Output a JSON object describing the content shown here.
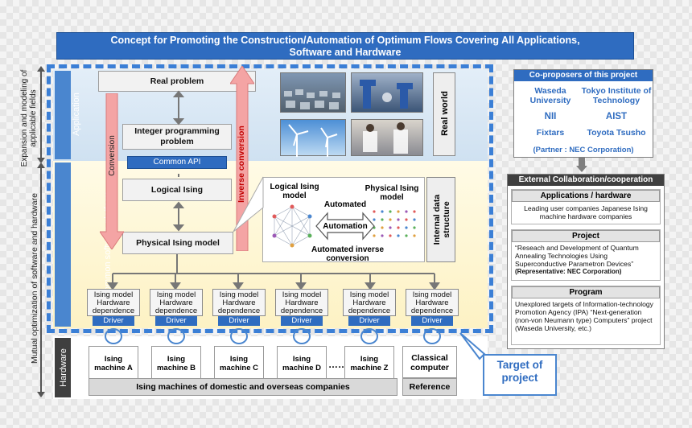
{
  "title": {
    "line1": "Concept for Promoting the Construction/Automation of Optimum Flows Covering All Applications,",
    "line2": "Software and Hardware"
  },
  "side_labels": {
    "expansion": "Expansion and modeling of applicable fields",
    "mutual": "Mutual optimization of software and hardware"
  },
  "tabs": {
    "application": "Application",
    "common": "Common software platform",
    "hardware": "Hardware"
  },
  "flow": {
    "real_problem": "Real problem",
    "integer_problem": "Integer programming problem",
    "common_api": "Common API",
    "logical_ising": "Logical Ising",
    "physical_ising": "Physical Ising model",
    "conversion": "Conversion",
    "inverse_conversion": "Inverse conversion"
  },
  "real_world": "Real world",
  "callout": {
    "logical_model": "Logical Ising model",
    "physical_model": "Physical Ising model",
    "automated": "Automated",
    "automation": "Automation",
    "automated_inverse": "Automated inverse conversion"
  },
  "internal_data": "Internal data structure",
  "dependence": {
    "label": "Ising model Hardware dependence",
    "driver": "Driver"
  },
  "machines": [
    {
      "name": "Ising machine A"
    },
    {
      "name": "Ising machine B"
    },
    {
      "name": "Ising machine C"
    },
    {
      "name": "Ising machine D"
    },
    {
      "name": "Ising machine Z"
    }
  ],
  "ellipsis": "……",
  "classical": "Classical computer",
  "ising_bar": "Ising machines of domestic and overseas companies",
  "reference": "Reference",
  "target": "Target of project",
  "proposers": {
    "header": "Co-proposers of this project",
    "waseda": "Waseda University",
    "tokyo": "Tokyo Institute of Technology",
    "nii": "NII",
    "aist": "AIST",
    "fixstars": "Fixtars",
    "toyota": "Toyota Tsusho",
    "partner": "(Partner : NEC Corporation)"
  },
  "external": {
    "header": "External Collaboration/cooperation",
    "sections": [
      {
        "title": "Applications / hardware",
        "body": "Leading user companies Japanese Ising machine hardware companies",
        "rep": ""
      },
      {
        "title": "Project",
        "body": "“Reseach and Development of Quantum Annealing Technologies Using Superconductive Parametron Devices”",
        "rep": "(Representative: NEC Corporation)"
      },
      {
        "title": "Program",
        "body": "Unexplored targets of Information-technology Promotion Agency (IPA) “Next-generation (non-von Neumann type) Computers” project (Waseda University, etc.)",
        "rep": ""
      }
    ]
  }
}
